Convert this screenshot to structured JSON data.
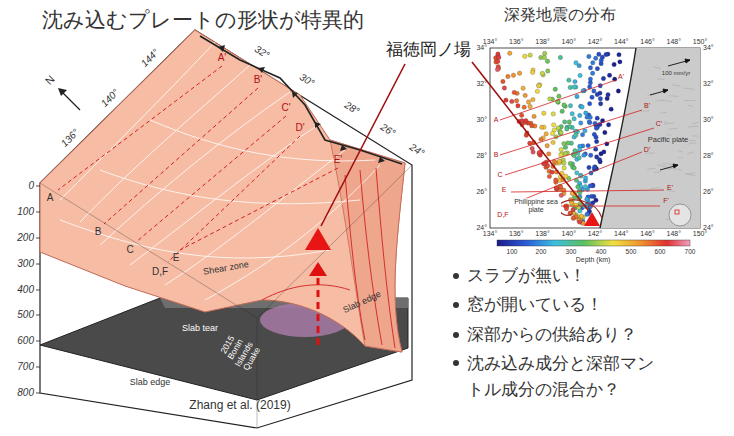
{
  "diagram": {
    "title": "沈み込むプレートの形状が特異的",
    "labels": [
      "深発地震の分布",
      "福徳岡ノ場",
      "スラブが無い！",
      "窓が開いている！",
      "深部からの供給あり？",
      "沈み込み成分と深部マントル成分の混合か？",
      "Zhang et al. (2019)",
      "0",
      "100",
      "200",
      "300",
      "400",
      "500",
      "600",
      "700",
      "800",
      "136°",
      "140°",
      "144°",
      "32°",
      "30°",
      "28°",
      "26°",
      "24°",
      "A'",
      "B'",
      "C'",
      "D'",
      "E'",
      "A",
      "B",
      "C",
      "E",
      "D,F",
      "N",
      "Shear zone",
      "Slab tear",
      "2015 Bonin Islands Quake",
      "Slab edge",
      "Slab edge",
      "134°",
      "136°",
      "138°",
      "140°",
      "142°",
      "144°",
      "146°",
      "148°",
      "150°",
      "134°",
      "136°",
      "138°",
      "140°",
      "142°",
      "144°",
      "146°",
      "148°",
      "150°",
      "34°",
      "32°",
      "30°",
      "28°",
      "26°",
      "24°",
      "34°",
      "32°",
      "30°",
      "28°",
      "26°",
      "24°",
      "100",
      "200",
      "300",
      "400",
      "500",
      "600",
      "700",
      "Depth (km)",
      "Pacific plate",
      "Philippine sea plate",
      "100 mm/yr",
      "A",
      "B",
      "C",
      "E",
      "D,F",
      "A'",
      "B'",
      "C'",
      "D'",
      "E'",
      "F'"
    ]
  }
}
